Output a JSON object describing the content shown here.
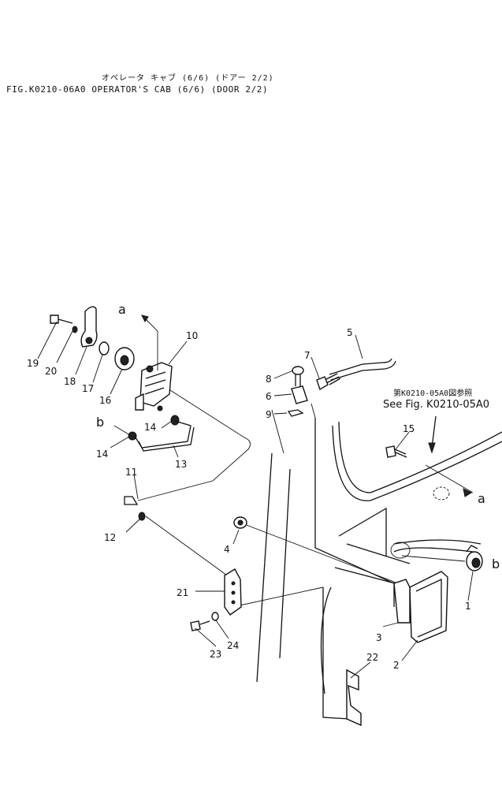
{
  "header": {
    "title_jp": "オペレータ キャブ (6/6) (ドアー 2/2)",
    "title_fig": "FIG.K0210-06A0  OPERATOR'S CAB (6/6) (DOOR 2/2)"
  },
  "reference": {
    "jp": "第K0210-05A0図参照",
    "en": "See Fig. K0210-05A0"
  },
  "callouts": {
    "c1": "1",
    "c2": "2",
    "c3": "3",
    "c4": "4",
    "c5": "5",
    "c6": "6",
    "c7": "7",
    "c8": "8",
    "c9": "9",
    "c10": "10",
    "c11": "11",
    "c12": "12",
    "c13": "13",
    "c14a": "14",
    "c14b": "14",
    "c15": "15",
    "c16": "16",
    "c17": "17",
    "c18": "18",
    "c19": "19",
    "c20": "20",
    "c21": "21",
    "c22": "22",
    "c23": "23",
    "c24": "24"
  },
  "letters": {
    "a_left": "a",
    "a_right": "a",
    "b_left": "b",
    "b_right": "b"
  }
}
